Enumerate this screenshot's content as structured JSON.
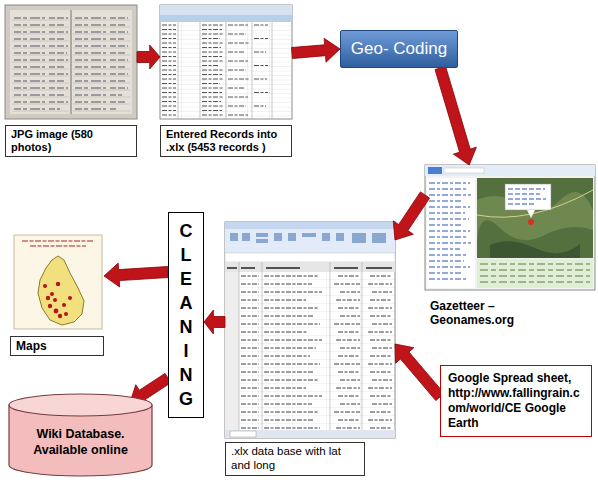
{
  "diagram": {
    "nodes": [
      {
        "text": [
          "JPG image (580 photos)"
        ]
      },
      {
        "text": [
          "Entered Records into .xlx (5453 records )"
        ]
      },
      {
        "text": [
          "Geo- Coding"
        ]
      },
      {
        "text": [
          "Gazetteer – Geonames.org"
        ]
      },
      {
        "text": [
          ".xlx data base with lat and long"
        ]
      },
      {
        "text": [
          "Google Spread sheet, http://www.fallingrain.com/world/CE Google Earth"
        ]
      },
      {
        "text": [
          "CLEANING"
        ]
      },
      {
        "text": [
          "Maps"
        ]
      },
      {
        "text": [
          "Wiki Database. Available online"
        ]
      }
    ],
    "edges": [
      {
        "from": 0,
        "to": 1,
        "arrow": "to"
      },
      {
        "from": 1,
        "to": 2,
        "arrow": "to"
      },
      {
        "from": 2,
        "to": 3,
        "arrow": "to"
      },
      {
        "from": 3,
        "to": 4,
        "arrow": "to"
      },
      {
        "from": 5,
        "to": 4,
        "arrow": "to"
      },
      {
        "from": 4,
        "to": 6,
        "arrow": "to"
      },
      {
        "from": 6,
        "to": 7,
        "arrow": "to"
      },
      {
        "from": 6,
        "to": 8,
        "arrow": "to"
      }
    ]
  }
}
